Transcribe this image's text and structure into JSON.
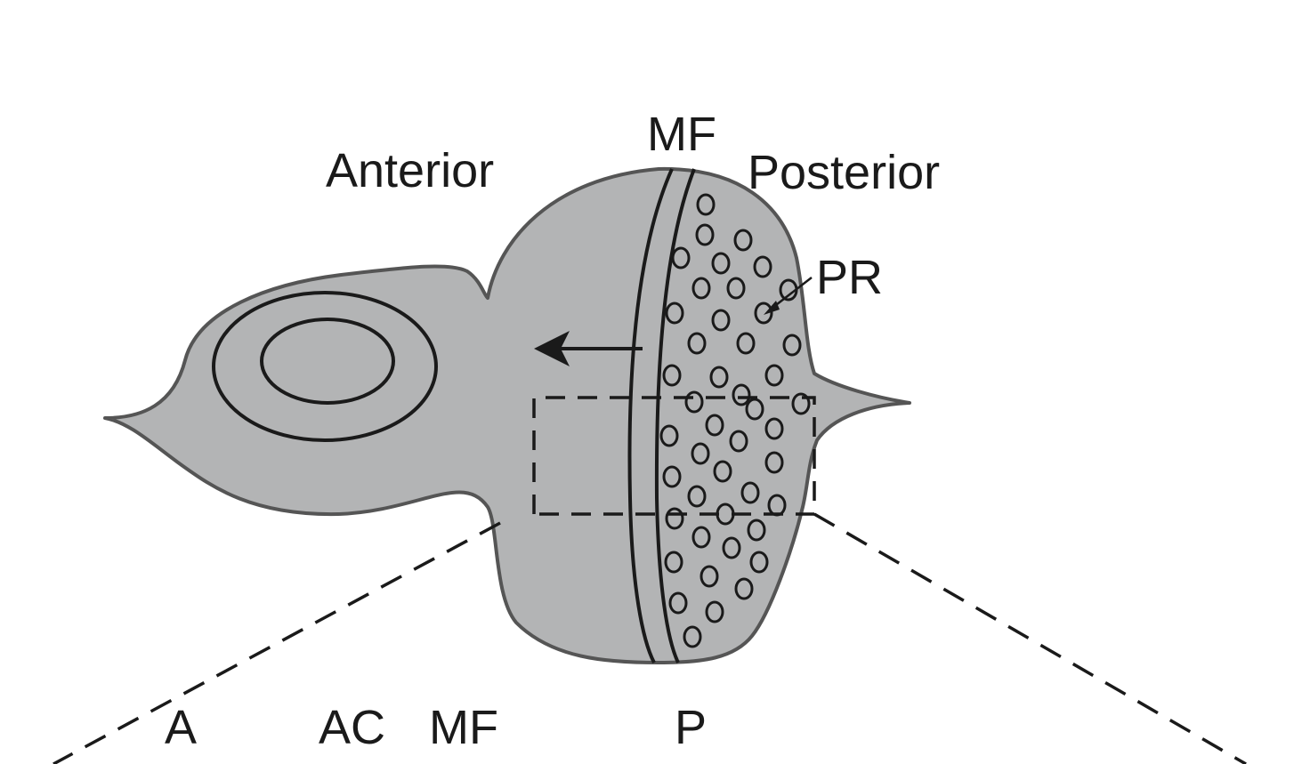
{
  "labels": {
    "anterior": "Anterior",
    "mf_top": "MF",
    "posterior": "Posterior",
    "pr": "PR",
    "bottom_a": "A",
    "bottom_ac": "AC",
    "bottom_mf": "MF",
    "bottom_p": "P"
  },
  "colors": {
    "tissue_fill": "#b3b4b5",
    "tissue_stroke": "#555555",
    "ink": "#1a1a1a"
  },
  "icons": {
    "furrow_direction": "left-arrow-icon",
    "photoreceptor": "circle-cluster"
  }
}
